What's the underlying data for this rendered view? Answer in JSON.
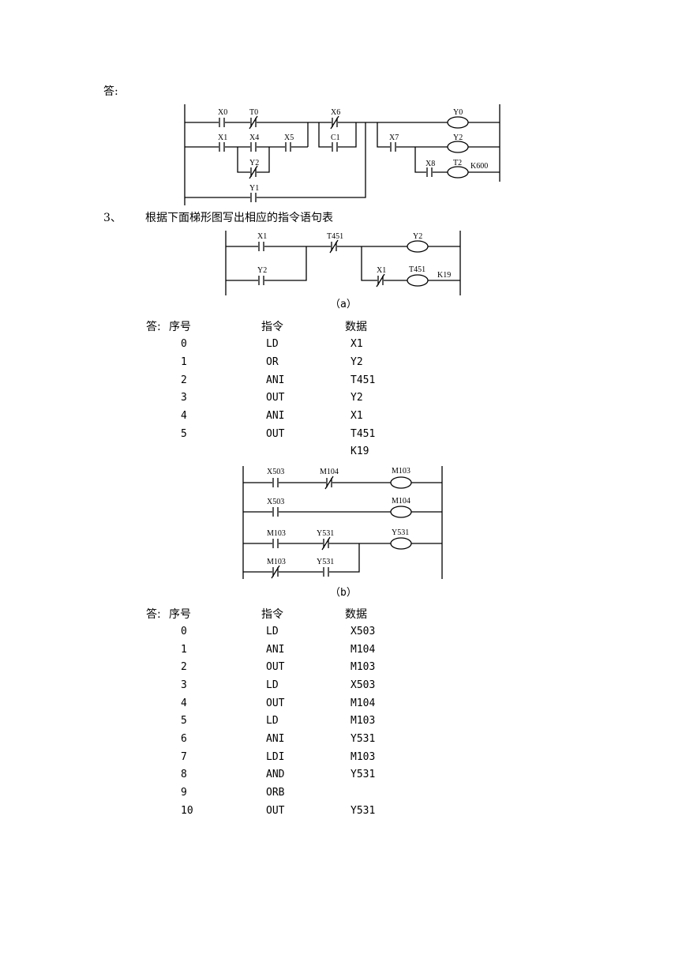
{
  "answer_label_top": "答:",
  "question3": {
    "number": "3、",
    "text": "根据下面梯形图写出相应的指令语句表"
  },
  "ladder1": {
    "contacts": [
      "X0",
      "T0",
      "X6",
      "X1",
      "X4",
      "X5",
      "C1",
      "X7",
      "Y2",
      "X8",
      "Y1"
    ],
    "coils": [
      "Y0",
      "Y2",
      "T2"
    ],
    "constant": "K600"
  },
  "ladder_a": {
    "contacts": [
      "X1",
      "T451",
      "Y2",
      "X1"
    ],
    "coils": [
      "Y2",
      "T451"
    ],
    "constant": "K19",
    "caption": "（a）"
  },
  "ladder_b": {
    "contacts": [
      "X503",
      "M104",
      "X503",
      "M103",
      "Y531",
      "M103",
      "Y531"
    ],
    "coils": [
      "M103",
      "M104",
      "Y531"
    ],
    "caption": "（b）"
  },
  "table_a": {
    "answer": "答:",
    "headers": [
      "序号",
      "指令",
      "数据"
    ],
    "rows": [
      [
        "0",
        "LD",
        "X1"
      ],
      [
        "1",
        "OR",
        "Y2"
      ],
      [
        "2",
        "ANI",
        "T451"
      ],
      [
        "3",
        "OUT",
        "Y2"
      ],
      [
        "4",
        "ANI",
        "X1"
      ],
      [
        "5",
        "OUT",
        "T451"
      ],
      [
        "",
        "",
        "K19"
      ]
    ]
  },
  "table_b": {
    "answer": "答:",
    "headers": [
      "序号",
      "指令",
      "数据"
    ],
    "rows": [
      [
        "0",
        "LD",
        "X503"
      ],
      [
        "1",
        "ANI",
        "M104"
      ],
      [
        "2",
        "OUT",
        "M103"
      ],
      [
        "3",
        "LD",
        "X503"
      ],
      [
        "4",
        "OUT",
        "M104"
      ],
      [
        "5",
        "LD",
        "M103"
      ],
      [
        "6",
        "ANI",
        "Y531"
      ],
      [
        "7",
        "LDI",
        "M103"
      ],
      [
        "8",
        "AND",
        "Y531"
      ],
      [
        "9",
        "ORB",
        ""
      ],
      [
        "10",
        "OUT",
        "Y531"
      ]
    ]
  }
}
